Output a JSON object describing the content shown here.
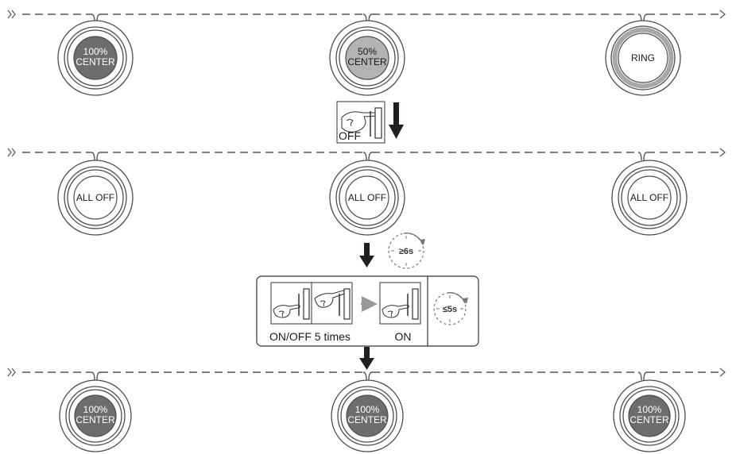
{
  "rows": [
    {
      "lamps": [
        {
          "line1": "100%",
          "line2": "CENTER",
          "style": "dark"
        },
        {
          "line1": "50%",
          "line2": "CENTER",
          "style": "medium"
        },
        {
          "label": "RING",
          "style": "ring"
        }
      ]
    },
    {
      "lamps": [
        {
          "label": "ALL OFF",
          "style": "off"
        },
        {
          "label": "ALL OFF",
          "style": "off"
        },
        {
          "label": "ALL OFF",
          "style": "off"
        }
      ]
    },
    {
      "lamps": [
        {
          "line1": "100%",
          "line2": "CENTER",
          "style": "dark"
        },
        {
          "line1": "100%",
          "line2": "CENTER",
          "style": "dark"
        },
        {
          "line1": "100%",
          "line2": "CENTER",
          "style": "dark"
        }
      ]
    }
  ],
  "step1": {
    "switch_label": "OFF"
  },
  "step2": {
    "timer_label": "≥6s"
  },
  "step3": {
    "toggle_caption": "ON/OFF 5 times",
    "on_caption": "ON",
    "timer_label": "≤5s"
  },
  "colors": {
    "dark_fill": "#6d6d6d",
    "medium_fill": "#b3b3b3",
    "stroke": "#4d4d4d",
    "arrow": "#231f20"
  }
}
